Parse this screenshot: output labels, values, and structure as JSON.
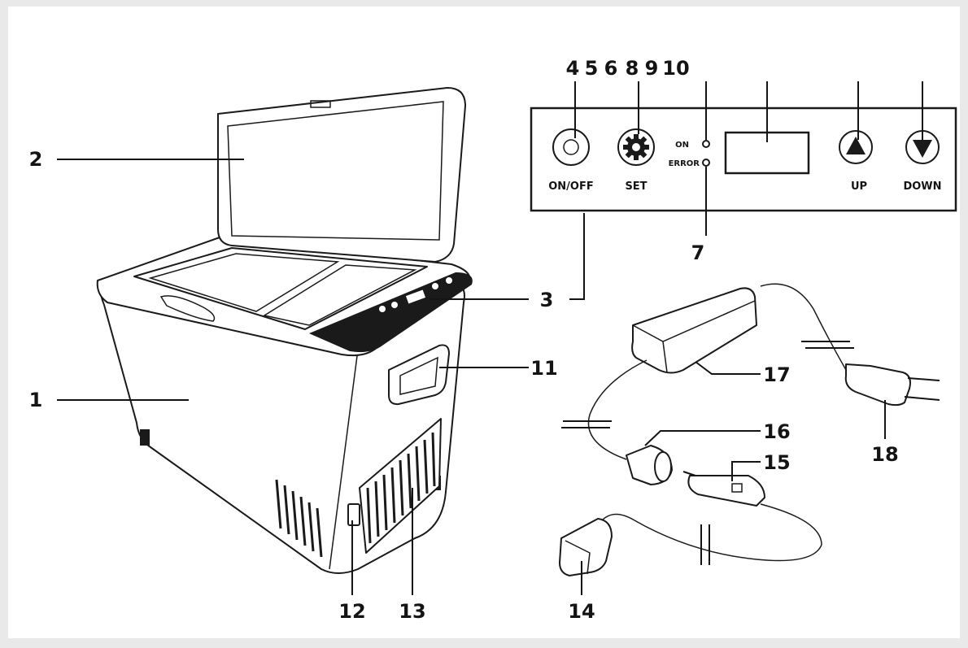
{
  "callouts": {
    "n1": "1",
    "n2": "2",
    "n3": "3",
    "n4": "4",
    "n5": "5",
    "n6": "6",
    "n7": "7",
    "n8": "8",
    "n9": "9",
    "n10": "10",
    "n11": "11",
    "n12": "12",
    "n13": "13",
    "n14": "14",
    "n15": "15",
    "n16": "16",
    "n17": "17",
    "n18": "18"
  },
  "panel": {
    "on_off_label": "ON/OFF",
    "set_label": "SET",
    "up_label": "UP",
    "down_label": "DOWN",
    "on_led_label": "ON",
    "error_led_label": "ERROR"
  },
  "icons": {
    "power": "power-button-icon",
    "set": "gear-icon",
    "up": "arrow-up-icon",
    "down": "arrow-down-icon"
  }
}
